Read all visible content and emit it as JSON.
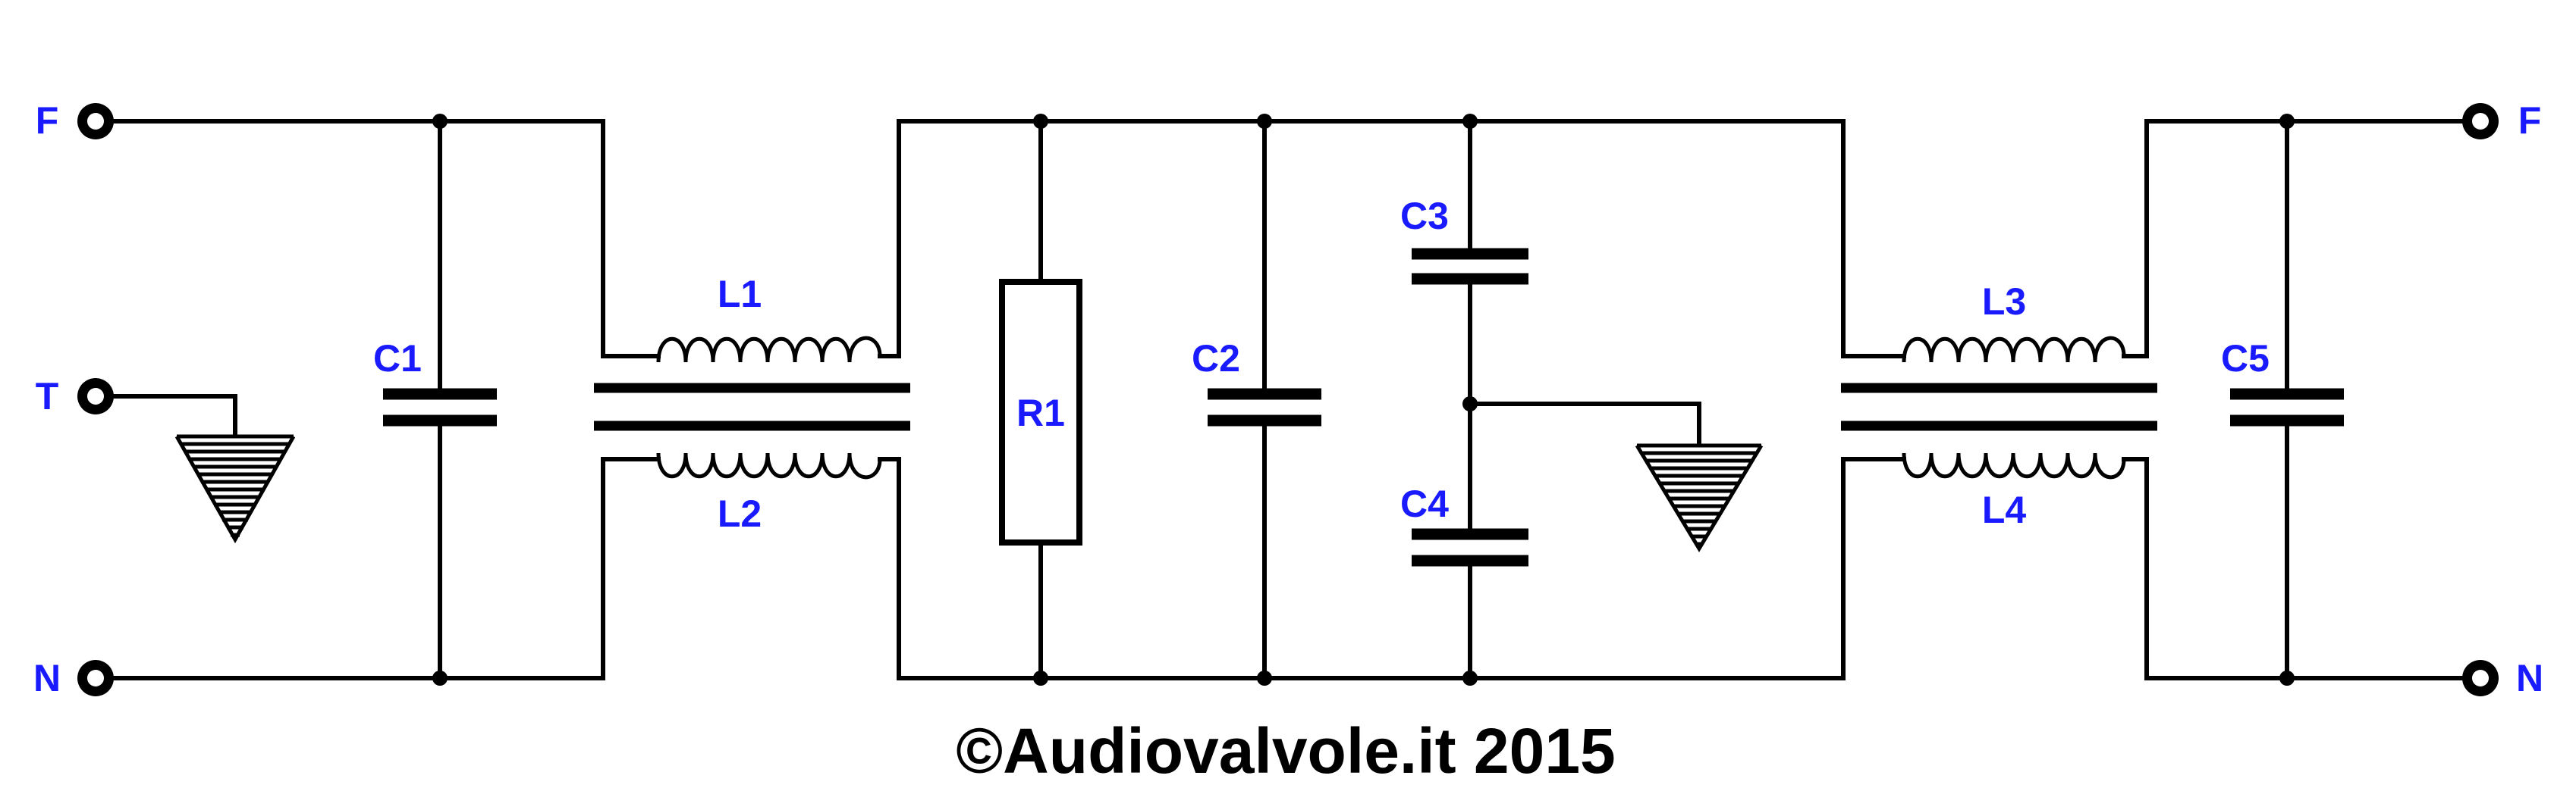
{
  "colors": {
    "label": "#1a1aff",
    "ink": "#000000",
    "background": "#ffffff"
  },
  "terminals": {
    "left_f": "F",
    "left_t": "T",
    "left_n": "N",
    "right_f": "F",
    "right_n": "N"
  },
  "components": {
    "c1": "C1",
    "c2": "C2",
    "c3": "C3",
    "c4": "C4",
    "c5": "C5",
    "l1": "L1",
    "l2": "L2",
    "l3": "L3",
    "l4": "L4",
    "r1": "R1"
  },
  "footer": {
    "copyright": "©Audiovalvole.it 2015"
  }
}
